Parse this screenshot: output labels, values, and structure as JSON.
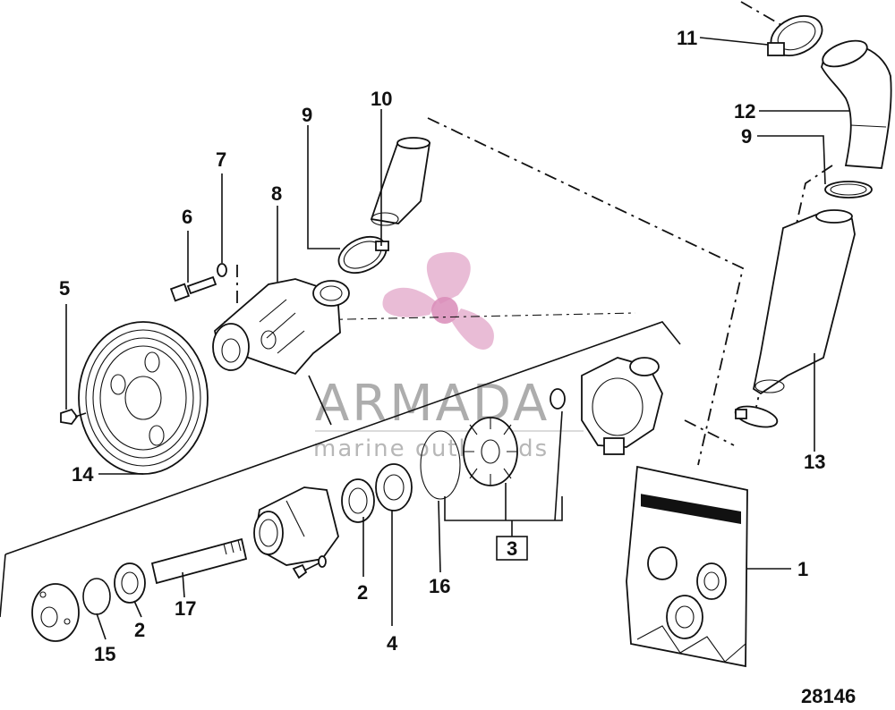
{
  "figure_number": "28146",
  "watermark": {
    "brand": "ARMADA",
    "tagline": "marine outboards",
    "colors": {
      "propeller": "#e2a6c8",
      "hub": "#d98cb9",
      "text": "#6b6b6b"
    }
  },
  "callouts": {
    "c1": "1",
    "c2a": "2",
    "c2b": "2",
    "c3": "3",
    "c4": "4",
    "c5": "5",
    "c6": "6",
    "c7": "7",
    "c8": "8",
    "c9a": "9",
    "c9b": "9",
    "c10": "10",
    "c11": "11",
    "c12": "12",
    "c13": "13",
    "c14": "14",
    "c15": "15",
    "c16": "16",
    "c17": "17"
  }
}
